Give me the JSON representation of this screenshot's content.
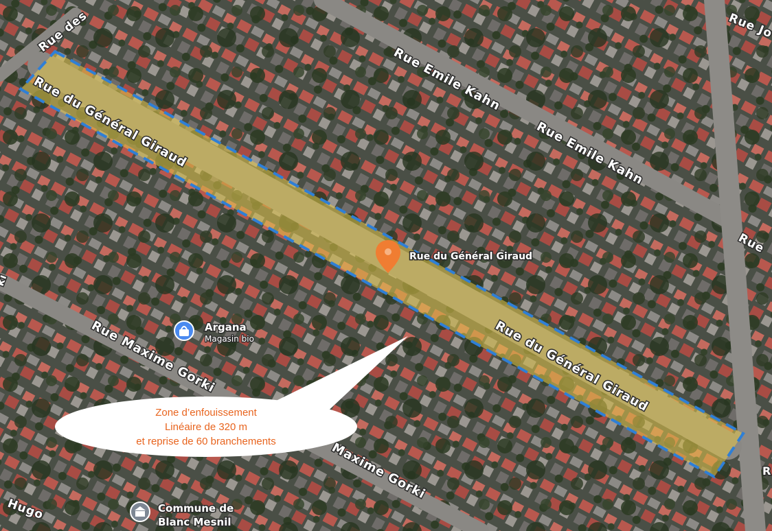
{
  "streets": {
    "rue_des": "Rue des",
    "rue_jo": "Rue Jo",
    "rue_emile_kahn_1": "Rue Emile Kahn",
    "rue_emile_kahn_2": "Rue Emile Kahn",
    "rue_general_giraud_1": "Rue du Général Giraud",
    "rue_general_giraud_2": "Rue du Général Giraud",
    "rue_maxime_gorki_1": "Rue Maxime Gorki",
    "rue_maxime_gorki_2": "Maxime Gorki",
    "rue_right": "Rue",
    "hugo": "Hugo",
    "ki": "ki",
    "r_edge": "R"
  },
  "pin": {
    "label": "Rue du Général Giraud",
    "icon": "map-pin-icon",
    "color": "#f07d32"
  },
  "pois": [
    {
      "name": "Argana",
      "sub": "Magasin bio",
      "icon": "shopping-bag-icon"
    },
    {
      "name": "Commune de",
      "sub": "Blanc Mesnil",
      "icon": "town-hall-icon"
    }
  ],
  "callout": {
    "lines": [
      "Zone d’enfouissement",
      "Linéaire de 320 m",
      "et reprise de 60 branchements"
    ],
    "color": "#e8641e"
  },
  "zone": {
    "fill": "#e6c84a",
    "border": "#2f7fd6"
  }
}
